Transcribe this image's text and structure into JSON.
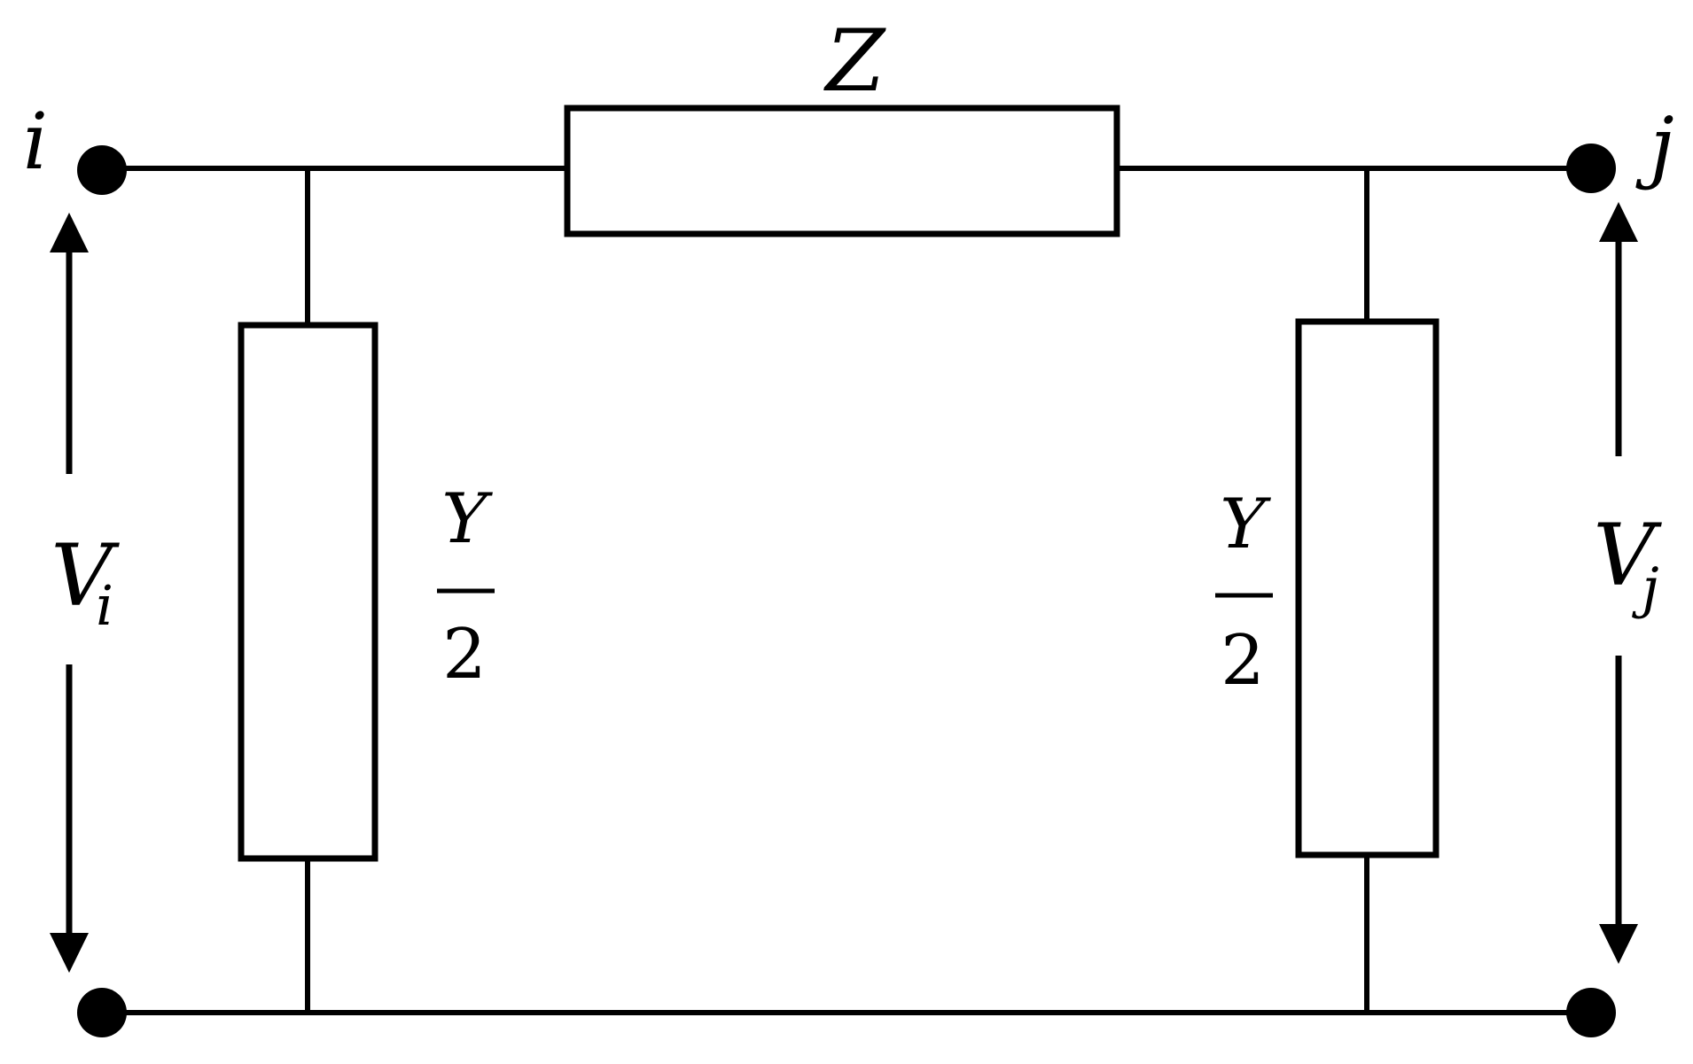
{
  "labels": {
    "series_impedance": "Z",
    "node_i": "i",
    "node_j": "j",
    "shunt_left": {
      "numerator": "Y",
      "denominator": "2"
    },
    "shunt_right": {
      "numerator": "Y",
      "denominator": "2"
    },
    "voltage_i": {
      "base": "V",
      "subscript": "i"
    },
    "voltage_j": {
      "base": "V",
      "subscript": "j"
    }
  }
}
